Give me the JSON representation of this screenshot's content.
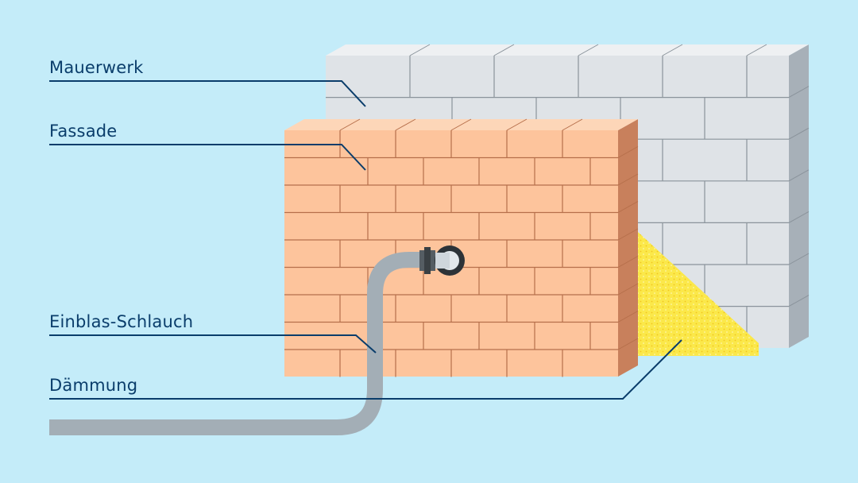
{
  "labels": {
    "masonry": "Mauerwerk",
    "facade": "Fassade",
    "hose": "Einblas-Schlauch",
    "insulation": "Dämmung"
  },
  "colors": {
    "background": "#c4ecf9",
    "masonry_front": "#dfe3e7",
    "masonry_top": "#eef0f2",
    "masonry_side": "#a7b0b8",
    "mortar": "#8a939b",
    "facade_front": "#fdc49c",
    "facade_top": "#fdd6b8",
    "facade_side": "#c8805c",
    "facade_mortar": "#b66f4b",
    "insulation": "#fbe84a",
    "hose": "#a3aeb6",
    "leader_line": "#0a3d6b",
    "label_text": "#0a3d6b"
  }
}
